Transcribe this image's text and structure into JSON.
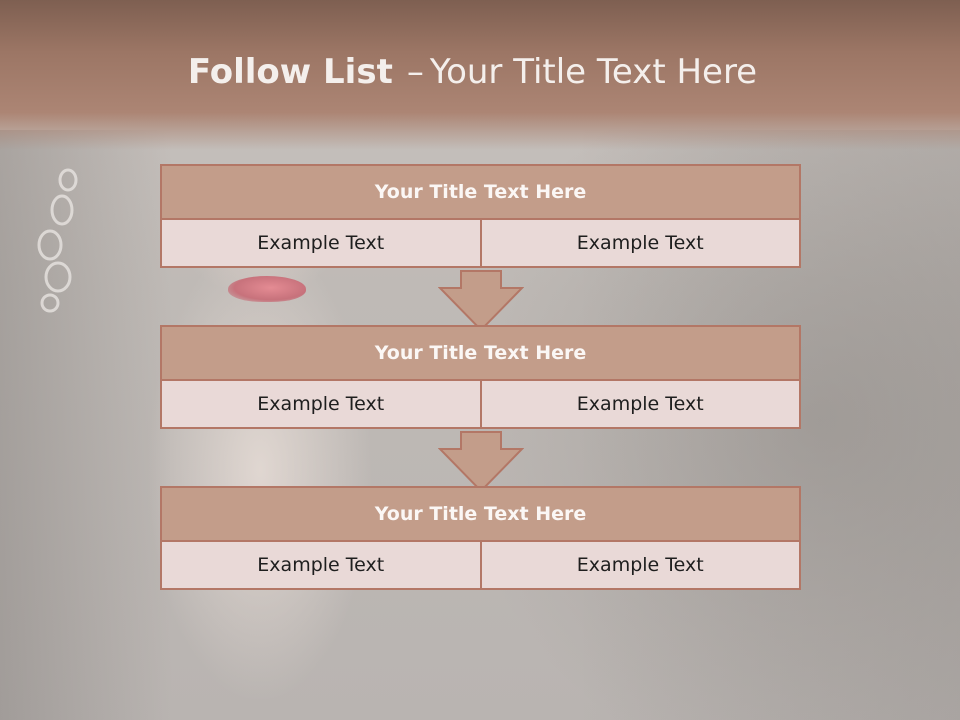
{
  "title": {
    "bold": "Follow List",
    "dash": "–",
    "rest": "Your Title Text Here"
  },
  "colors": {
    "header": "#9c7665",
    "block_head": "#c39d8a",
    "cell": "#e9d9d7",
    "border": "#b37766"
  },
  "blocks": [
    {
      "title": "Your Title Text Here",
      "left": "Example Text",
      "right": "Example Text"
    },
    {
      "title": "Your Title Text Here",
      "left": "Example Text",
      "right": "Example Text"
    },
    {
      "title": "Your Title Text Here",
      "left": "Example Text",
      "right": "Example Text"
    }
  ]
}
